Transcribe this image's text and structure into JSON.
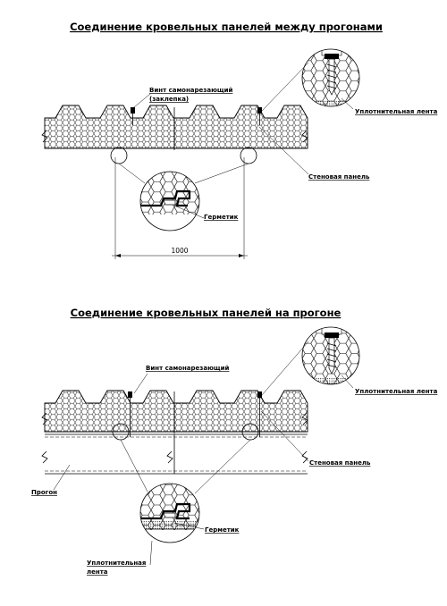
{
  "section1": {
    "title": "Соединение кровельных панелей между прогонами",
    "label_screw_line1": "Винт самонарезающий",
    "label_screw_line2": "(заклепка)",
    "label_tape": "Уплотнительная лента",
    "label_panel": "Стеновая панель",
    "label_sealant": "Герметик",
    "dimension": "1000"
  },
  "section2": {
    "title": "Соединение кровельных панелей на прогоне",
    "label_screw": "Винт самонарезающий",
    "label_tape": "Уплотнительная лента",
    "label_panel": "Стеновая панель",
    "label_purlin": "Прогон",
    "label_sealant": "Герметик",
    "label_tape_bottom_line1": "Уплотнительная",
    "label_tape_bottom_line2": "лента"
  }
}
